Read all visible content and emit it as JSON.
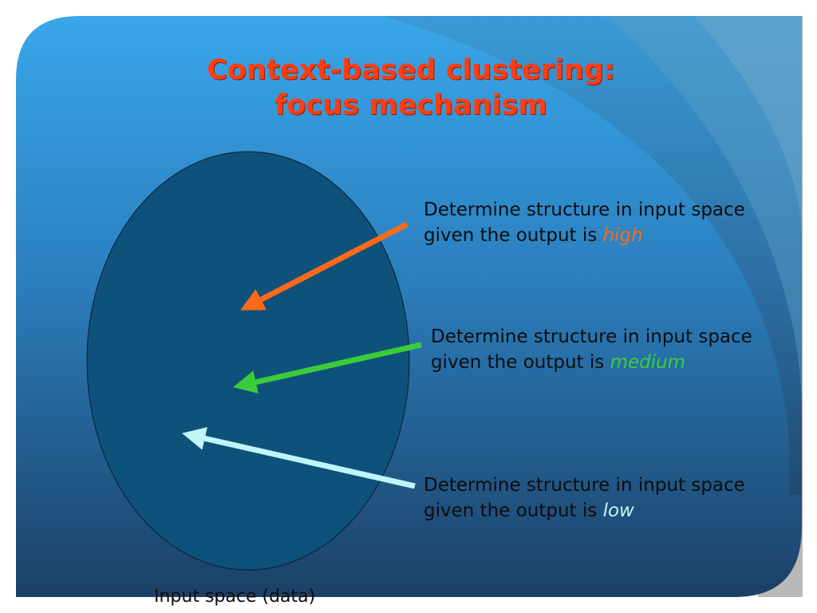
{
  "slide": {
    "title_line1": "Context-based clustering:",
    "title_line2": "focus mechanism",
    "caption": "Input space (data)"
  },
  "annotations": [
    {
      "prefix": "Determine structure in input space",
      "mid": "given the output is ",
      "keyword": "high",
      "color": "#ff6a1a"
    },
    {
      "prefix": "Determine structure in input space",
      "mid": "given the output is ",
      "keyword": "medium",
      "color": "#3ccc3a"
    },
    {
      "prefix": "Determine structure in input space",
      "mid": "given the output is ",
      "keyword": "low",
      "color": "#bff6fa"
    }
  ],
  "colors": {
    "title": "#ff3d12",
    "ellipse_fill": "#0e527b",
    "bg_top": "#39a8ea",
    "bg_bottom": "#1a3a5c"
  }
}
